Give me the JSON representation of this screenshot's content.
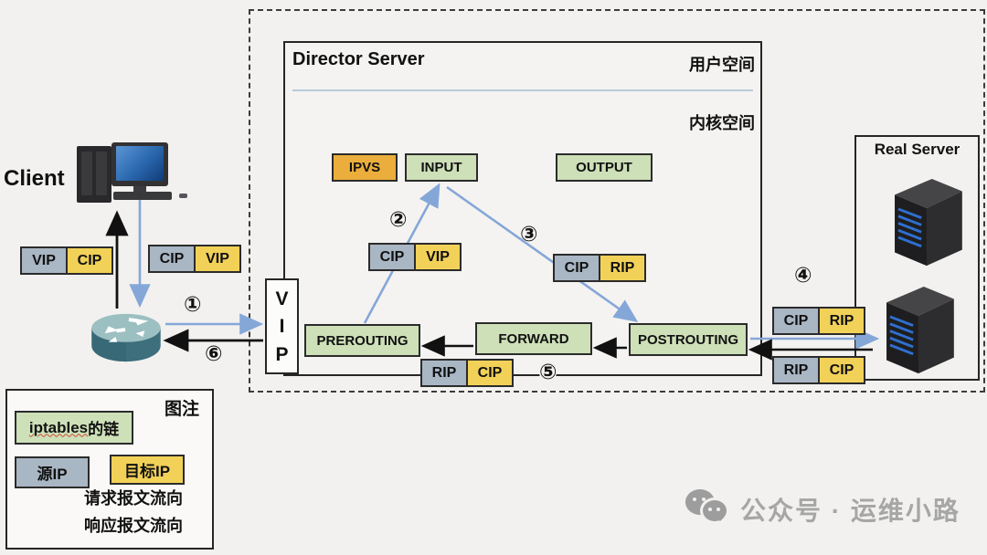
{
  "client": {
    "label": "Client"
  },
  "director": {
    "title": "Director Server",
    "user_space_label": "用户空间",
    "kernel_space_label": "内核空间"
  },
  "real_server": {
    "title": "Real Server"
  },
  "chains": {
    "ipvs": "IPVS",
    "input": "INPUT",
    "output": "OUTPUT",
    "prerouting": "PREROUTING",
    "forward": "FORWARD",
    "postrouting": "POSTROUTING"
  },
  "vip_box": {
    "letters": [
      "V",
      "I",
      "P"
    ]
  },
  "steps": {
    "s1": "①",
    "s2": "②",
    "s3": "③",
    "s4": "④",
    "s5": "⑤",
    "s6": "⑥"
  },
  "packets": {
    "client_response": {
      "src": "VIP",
      "dst": "CIP"
    },
    "client_request": {
      "src": "CIP",
      "dst": "VIP"
    },
    "prerouting_to_input": {
      "src": "CIP",
      "dst": "VIP"
    },
    "input_to_postrouting": {
      "src": "CIP",
      "dst": "RIP"
    },
    "to_real_server": {
      "src": "CIP",
      "dst": "RIP"
    },
    "from_real_server": {
      "src": "RIP",
      "dst": "CIP"
    },
    "response_bottom": {
      "src": "RIP",
      "dst": "CIP"
    }
  },
  "legend": {
    "title": "图注",
    "iptables_chain_prefix": "iptables",
    "iptables_chain_suffix": "的链",
    "source_ip": "源IP",
    "dest_ip": "目标IP",
    "request_flow": "请求报文流向",
    "response_flow": "响应报文流向"
  },
  "watermark": {
    "text": "公众号 · 运维小路"
  },
  "colors": {
    "request_arrow_blue": "#85a7d8",
    "response_arrow_black": "#111111",
    "chain_green": "#cde0b8",
    "ipvs_orange": "#ebae3c",
    "source_ip_gray": "#a9b6c4",
    "dest_ip_yellow": "#f2d158",
    "kernel_divider_blue": "#b7cbdd"
  }
}
